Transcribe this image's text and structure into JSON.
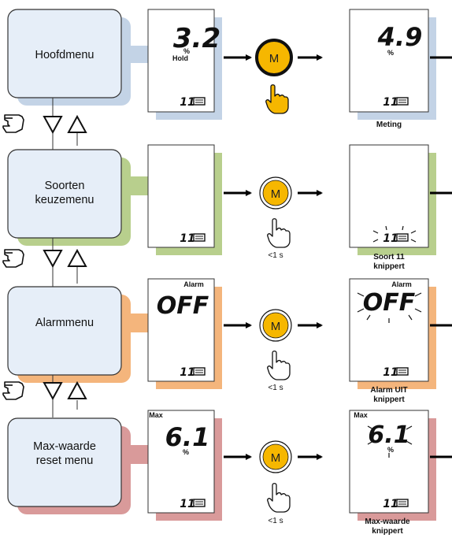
{
  "colors": {
    "row1_accent": "#c3d3e6",
    "row2_accent": "#b8cf8d",
    "row3_accent": "#f4b57c",
    "row4_accent": "#d99a9a",
    "menu_box_fill": "#e6eef8",
    "m_button_fill": "#f6b700"
  },
  "rows": [
    {
      "menu_label_lines": [
        "Hoofdmenu"
      ],
      "display_left": {
        "top_label": "",
        "value": "3.2",
        "unit": "%",
        "extra": "Hold",
        "bottom": "11"
      },
      "m_button": {
        "label": "M",
        "hint": ""
      },
      "display_right": {
        "top_label": "",
        "value": "4.9",
        "unit": "%",
        "bottom": "11"
      },
      "caption_lines": [
        "Meting"
      ]
    },
    {
      "menu_label_lines": [
        "Soorten",
        "keuzemenu"
      ],
      "display_left": {
        "top_label": "",
        "value": "",
        "unit": "",
        "extra": "",
        "bottom": "11"
      },
      "m_button": {
        "label": "M",
        "hint": "<1 s"
      },
      "display_right": {
        "top_label": "",
        "value": "",
        "unit": "",
        "bottom": "11"
      },
      "caption_lines": [
        "Soort 11",
        "knippert"
      ]
    },
    {
      "menu_label_lines": [
        "Alarmmenu"
      ],
      "display_left": {
        "top_label": "Alarm",
        "value": "OFF",
        "unit": "",
        "extra": "",
        "bottom": "11"
      },
      "m_button": {
        "label": "M",
        "hint": "<1 s"
      },
      "display_right": {
        "top_label": "Alarm",
        "value": "OFF",
        "unit": "",
        "bottom": "11"
      },
      "caption_lines": [
        "Alarm UIT",
        "knippert"
      ]
    },
    {
      "menu_label_lines": [
        "Max-waarde",
        "reset menu"
      ],
      "display_left": {
        "top_label": "Max",
        "value": "6.1",
        "unit": "%",
        "extra": "",
        "bottom": "11"
      },
      "m_button": {
        "label": "M",
        "hint": "<1 s"
      },
      "display_right": {
        "top_label": "Max",
        "value": "6.1",
        "unit": "%",
        "bottom": "11"
      },
      "caption_lines": [
        "Max-waarde",
        "knippert"
      ]
    }
  ]
}
